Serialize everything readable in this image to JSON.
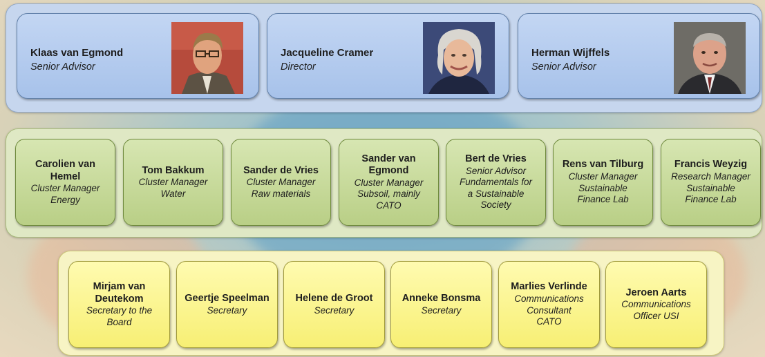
{
  "leadership": [
    {
      "name": "Klaas van Egmond",
      "role": "Senior Advisor",
      "photo": "portrait-man-glasses"
    },
    {
      "name": "Jacqueline Cramer",
      "role": "Director",
      "photo": "portrait-woman-grey-hair"
    },
    {
      "name": "Herman Wijffels",
      "role": "Senior Advisor",
      "photo": "portrait-man-suit"
    }
  ],
  "managers": [
    {
      "name_lines": [
        "Carolien van",
        "Hemel"
      ],
      "role_lines": [
        "Cluster Manager",
        "Energy"
      ]
    },
    {
      "name_lines": [
        "Tom Bakkum"
      ],
      "role_lines": [
        "Cluster Manager",
        "Water"
      ]
    },
    {
      "name_lines": [
        "Sander de Vries"
      ],
      "role_lines": [
        "Cluster Manager",
        "Raw materials"
      ]
    },
    {
      "name_lines": [
        "Sander van",
        "Egmond"
      ],
      "role_lines": [
        "Cluster Manager",
        "Subsoil, mainly",
        "CATO"
      ]
    },
    {
      "name_lines": [
        "Bert de Vries"
      ],
      "role_lines": [
        "Senior Advisor",
        "Fundamentals for",
        "a Sustainable",
        "Society"
      ]
    },
    {
      "name_lines": [
        "Rens van Tilburg"
      ],
      "role_lines": [
        "Cluster Manager",
        "Sustainable",
        "Finance Lab"
      ]
    },
    {
      "name_lines": [
        "Francis Weyzig"
      ],
      "role_lines": [
        "Research Manager",
        "Sustainable",
        "Finance Lab"
      ]
    }
  ],
  "support": [
    {
      "name_lines": [
        "Mirjam van",
        "Deutekom"
      ],
      "role_lines": [
        "Secretary to the",
        "Board"
      ]
    },
    {
      "name_lines": [
        "Geertje Speelman"
      ],
      "role_lines": [
        "Secretary"
      ]
    },
    {
      "name_lines": [
        "Helene de Groot"
      ],
      "role_lines": [
        "Secretary"
      ]
    },
    {
      "name_lines": [
        "Anneke Bonsma"
      ],
      "role_lines": [
        "Secretary"
      ]
    },
    {
      "name_lines": [
        "Marlies Verlinde"
      ],
      "role_lines": [
        "Communications",
        "Consultant",
        "CATO"
      ]
    },
    {
      "name_lines": [
        "Jeroen Aarts"
      ],
      "role_lines": [
        "Communications",
        "Officer USI"
      ]
    }
  ],
  "colors": {
    "leadership_band": "#c6d6ee",
    "manager_band": "#dfe8c4",
    "support_band": "#f7f4c4",
    "manager_card": "#c9dc9c",
    "support_card": "#fbf48e"
  }
}
